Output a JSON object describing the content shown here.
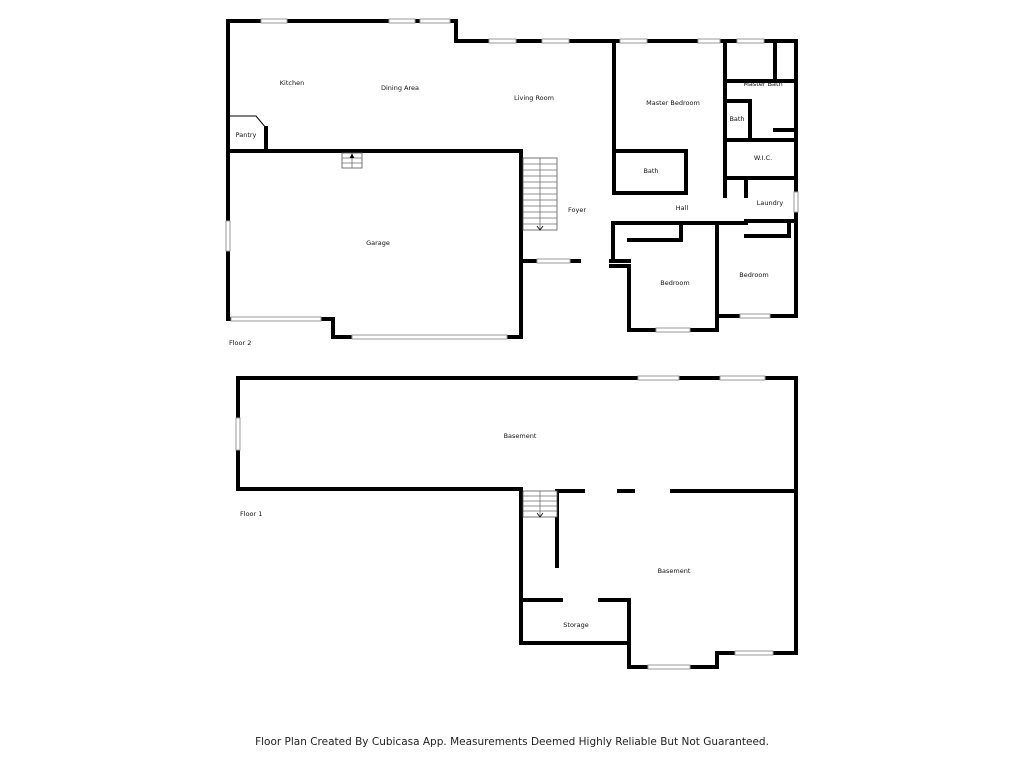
{
  "floor2": {
    "label": "Floor 2",
    "rooms": {
      "kitchen": "Kitchen",
      "dining": "Dining Area",
      "living": "Living Room",
      "master_bedroom": "Master Bedroom",
      "master_bath": "Master Bath",
      "bath_small": "Bath",
      "pantry": "Pantry",
      "wic": "W.I.C.",
      "bath": "Bath",
      "laundry": "Laundry",
      "hall": "Hall",
      "foyer": "Foyer",
      "garage": "Garage",
      "bedroom_1": "Bedroom",
      "bedroom_2": "Bedroom"
    }
  },
  "floor1": {
    "label": "Floor 1",
    "rooms": {
      "basement_upper": "Basement",
      "basement_lower": "Basement",
      "storage": "Storage"
    }
  },
  "footer": {
    "disclaimer": "Floor Plan Created By Cubicasa App. Measurements Deemed Highly Reliable But Not Guaranteed."
  }
}
